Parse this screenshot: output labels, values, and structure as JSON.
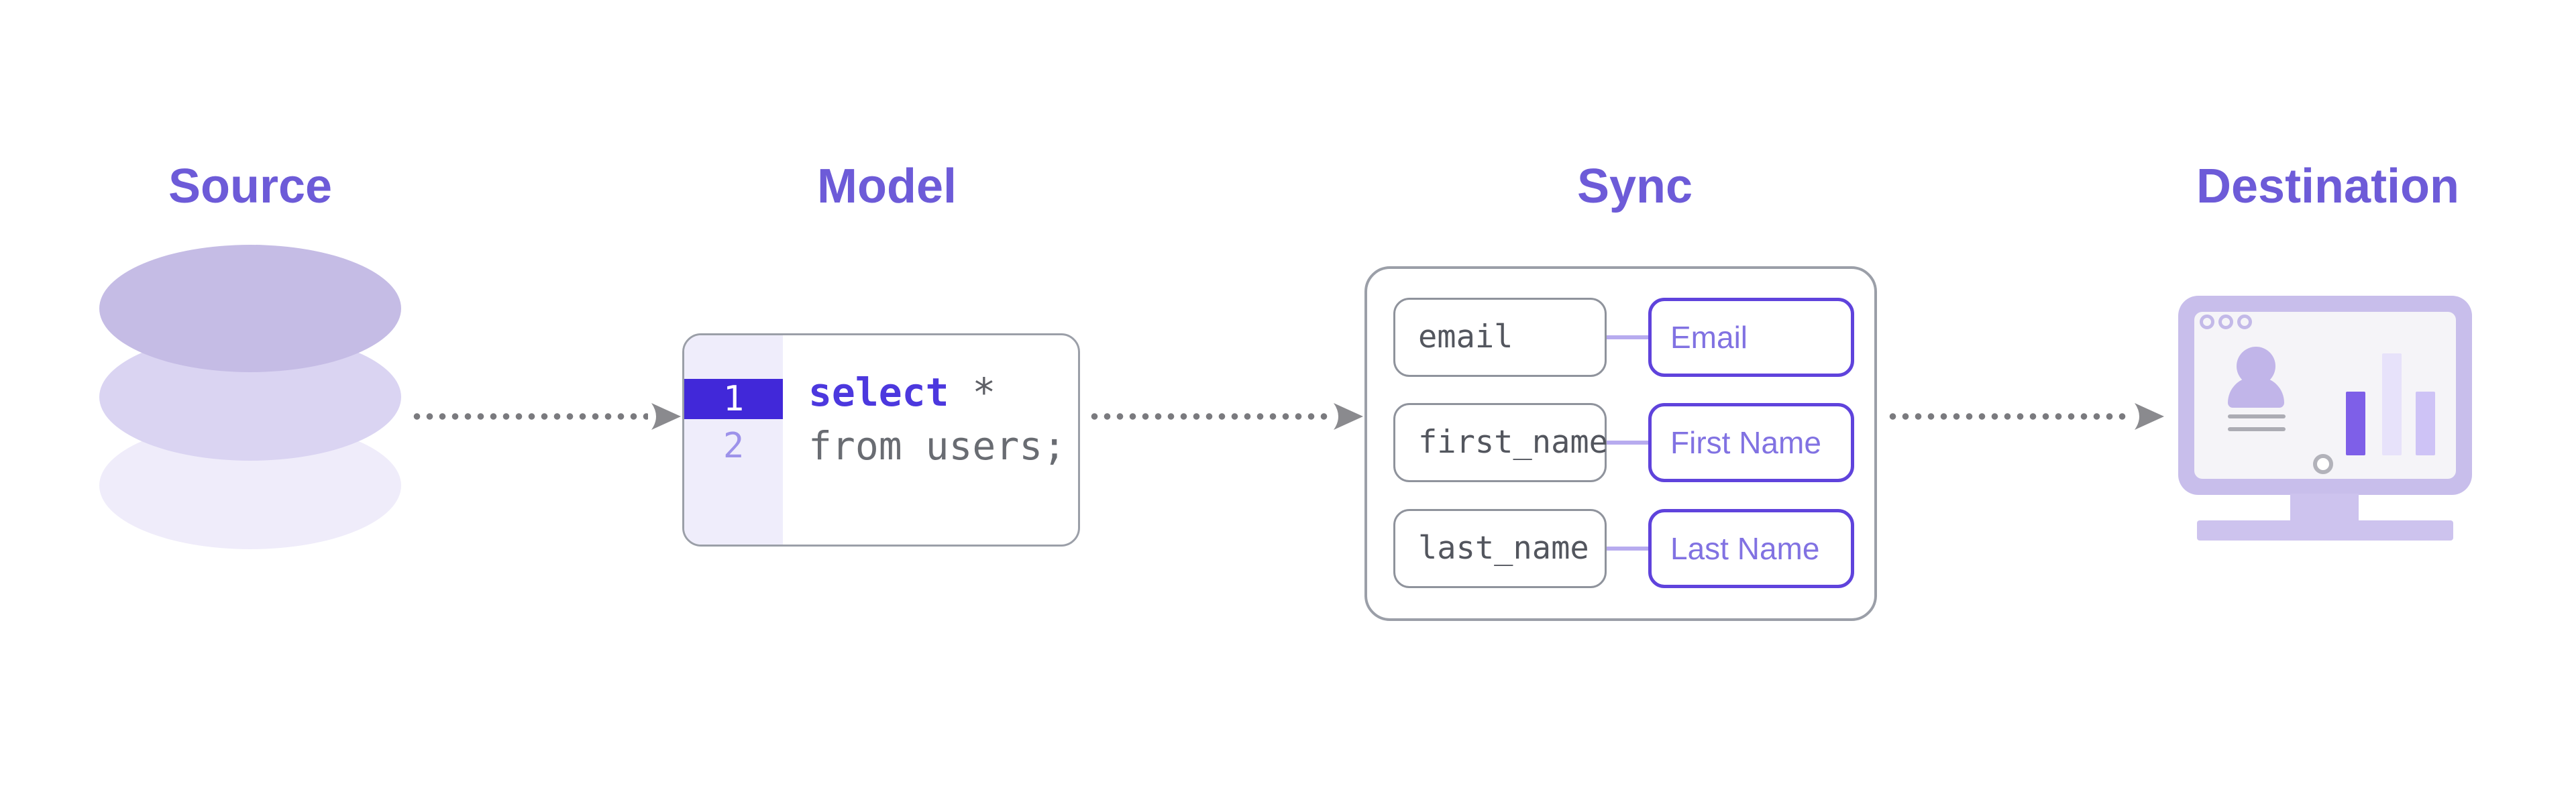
{
  "diagram": {
    "source": {
      "title": "Source",
      "icon": "database"
    },
    "model": {
      "title": "Model",
      "code": {
        "line_numbers": [
          "1",
          "2"
        ],
        "keyword": "select",
        "line1_rest": " *",
        "line2": "from users;"
      }
    },
    "sync": {
      "title": "Sync",
      "mappings": [
        {
          "source_field": "email",
          "destination_field": "Email"
        },
        {
          "source_field": "first_name",
          "destination_field": "First Name"
        },
        {
          "source_field": "last_name",
          "destination_field": "Last Name"
        }
      ]
    },
    "destination": {
      "title": "Destination",
      "icon": "analytics-monitor"
    }
  },
  "colors": {
    "title_purple": "#6D5BD8",
    "code_highlight_band": "#4128D9",
    "code_keyword": "#4C38DE",
    "code_text_gray": "#696C72",
    "line_number_inactive": "#9D92EA",
    "gutter_background": "#EFEDFB",
    "box_border_gray": "#9B9FA8",
    "mapping_border_purple": "#5F43DC",
    "mapping_label_purple": "#8172E2",
    "mapping_connector": "#B7ABEF",
    "dotted_line_gray": "#7A7A7E",
    "cylinder_top": "#C5BCE5",
    "cylinder_mid": "#DAD4F2",
    "cylinder_bottom": "#EFECFA",
    "monitor_frame": "#C8BEEB",
    "monitor_screen": "#F5F4F8",
    "bar_dark": "#7E5FE8",
    "bar_light": "#E7E2FA",
    "bar_mid": "#CEC3F6"
  }
}
